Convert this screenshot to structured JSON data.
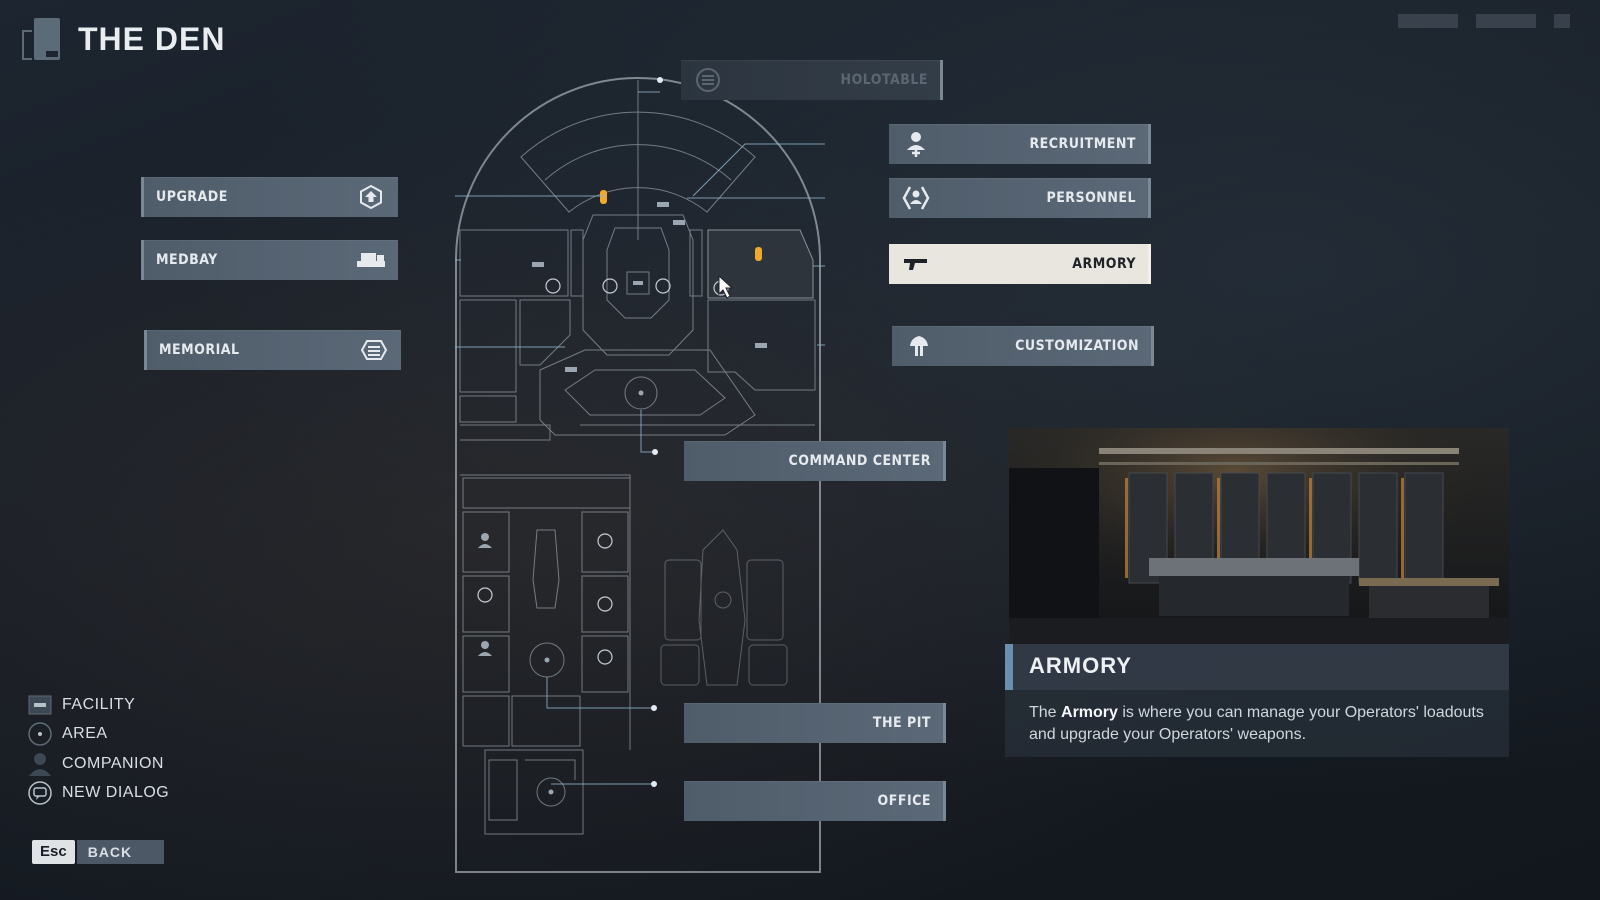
{
  "header": {
    "title": "THE DEN"
  },
  "facilities_left": [
    {
      "id": "upgrade",
      "label": "UPGRADE",
      "icon": "upgrade-icon"
    },
    {
      "id": "medbay",
      "label": "MEDBAY",
      "icon": "medbay-icon"
    },
    {
      "id": "memorial",
      "label": "MEMORIAL",
      "icon": "memorial-icon"
    }
  ],
  "facilities_right": [
    {
      "id": "holotable",
      "label": "HOLOTABLE",
      "icon": "holotable-icon",
      "state": "disabled"
    },
    {
      "id": "recruitment",
      "label": "RECRUITMENT",
      "icon": "recruitment-icon"
    },
    {
      "id": "personnel",
      "label": "PERSONNEL",
      "icon": "personnel-icon"
    },
    {
      "id": "armory",
      "label": "ARMORY",
      "icon": "armory-icon",
      "state": "selected"
    },
    {
      "id": "customization",
      "label": "CUSTOMIZATION",
      "icon": "customization-icon"
    }
  ],
  "areas": [
    {
      "id": "command-center",
      "label": "COMMAND CENTER"
    },
    {
      "id": "the-pit",
      "label": "THE PIT"
    },
    {
      "id": "office",
      "label": "OFFICE"
    }
  ],
  "legend": [
    {
      "label": "FACILITY",
      "icon": "facility-icon"
    },
    {
      "label": "AREA",
      "icon": "area-icon"
    },
    {
      "label": "COMPANION",
      "icon": "companion-icon"
    },
    {
      "label": "NEW DIALOG",
      "icon": "new-dialog-icon"
    }
  ],
  "footer": {
    "key": "Esc",
    "label": "BACK"
  },
  "info": {
    "title": "ARMORY",
    "desc_pre": "The ",
    "desc_bold": "Armory",
    "desc_post": " is where you can manage your Operators' loadouts and upgrade your Operators' weapons."
  },
  "colors": {
    "accent": "#6c8fb0",
    "selected_bg": "#e9e6df",
    "button_bg": "#56646f",
    "map_line": "#b8c2cb",
    "beacon": "#f0a830"
  }
}
